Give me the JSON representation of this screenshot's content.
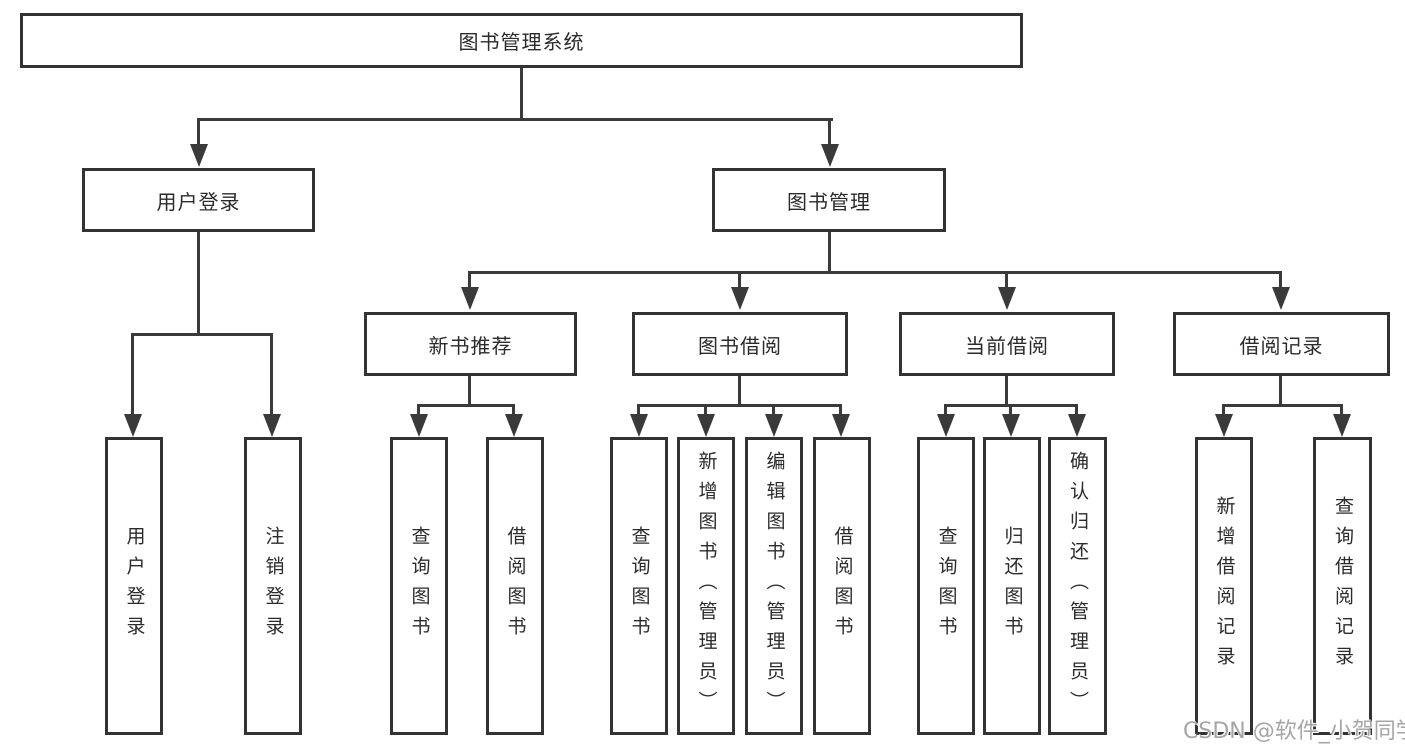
{
  "tree": {
    "root": "图书管理系统",
    "user_login": "用户登录",
    "book_mgmt": "图书管理",
    "new_book_rec": "新书推荐",
    "book_borrow": "图书借阅",
    "current_borrow": "当前借阅",
    "borrow_records": "借阅记录",
    "leaves": {
      "user_login_children": [
        "用户登录",
        "注销登录"
      ],
      "new_book_children": [
        "查询图书",
        "借阅图书"
      ],
      "book_borrow_children": [
        "查询图书",
        "新增图书（管理员）",
        "编辑图书（管理员）",
        "借阅图书"
      ],
      "current_borrow_children": [
        "查询图书",
        "归还图书",
        "确认归还（管理员）"
      ],
      "borrow_record_children": [
        "新增借阅记录",
        "查询借阅记录"
      ]
    }
  },
  "watermark": {
    "text": "CSDN @软件_小贺同学"
  },
  "colors": {
    "line": "#3a3a3a",
    "box_border": "#333333",
    "text": "#2b2b2b",
    "background": "#ffffff",
    "watermark": "#a6a6a6"
  }
}
